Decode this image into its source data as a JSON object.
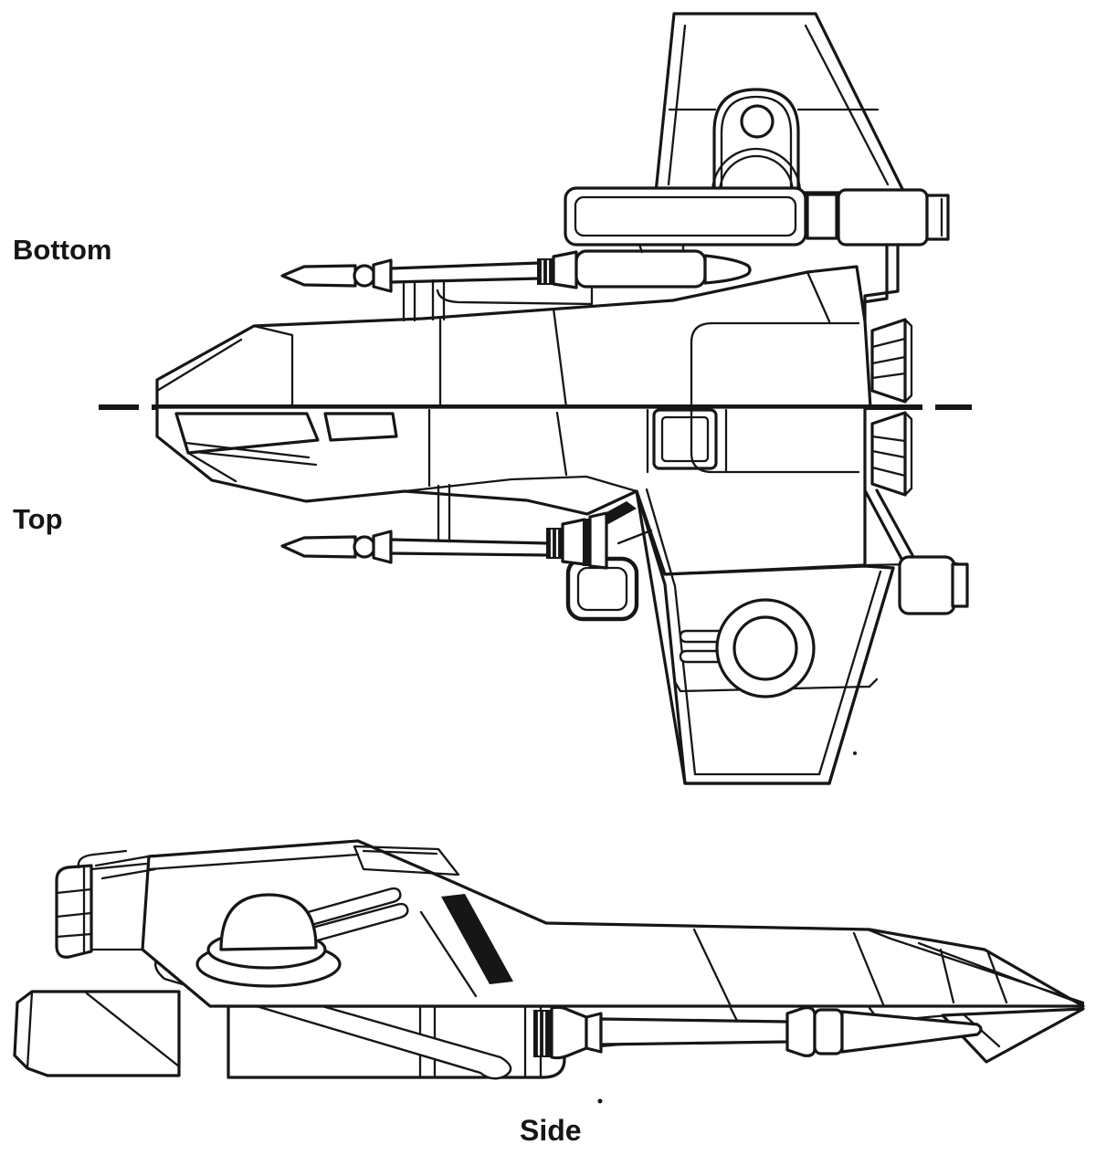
{
  "colors": {
    "ink": "#161616",
    "paper": "#ffffff"
  },
  "views": {
    "bottom": {
      "label": "Bottom"
    },
    "top": {
      "label": "Top"
    },
    "side": {
      "label": "Side"
    }
  }
}
